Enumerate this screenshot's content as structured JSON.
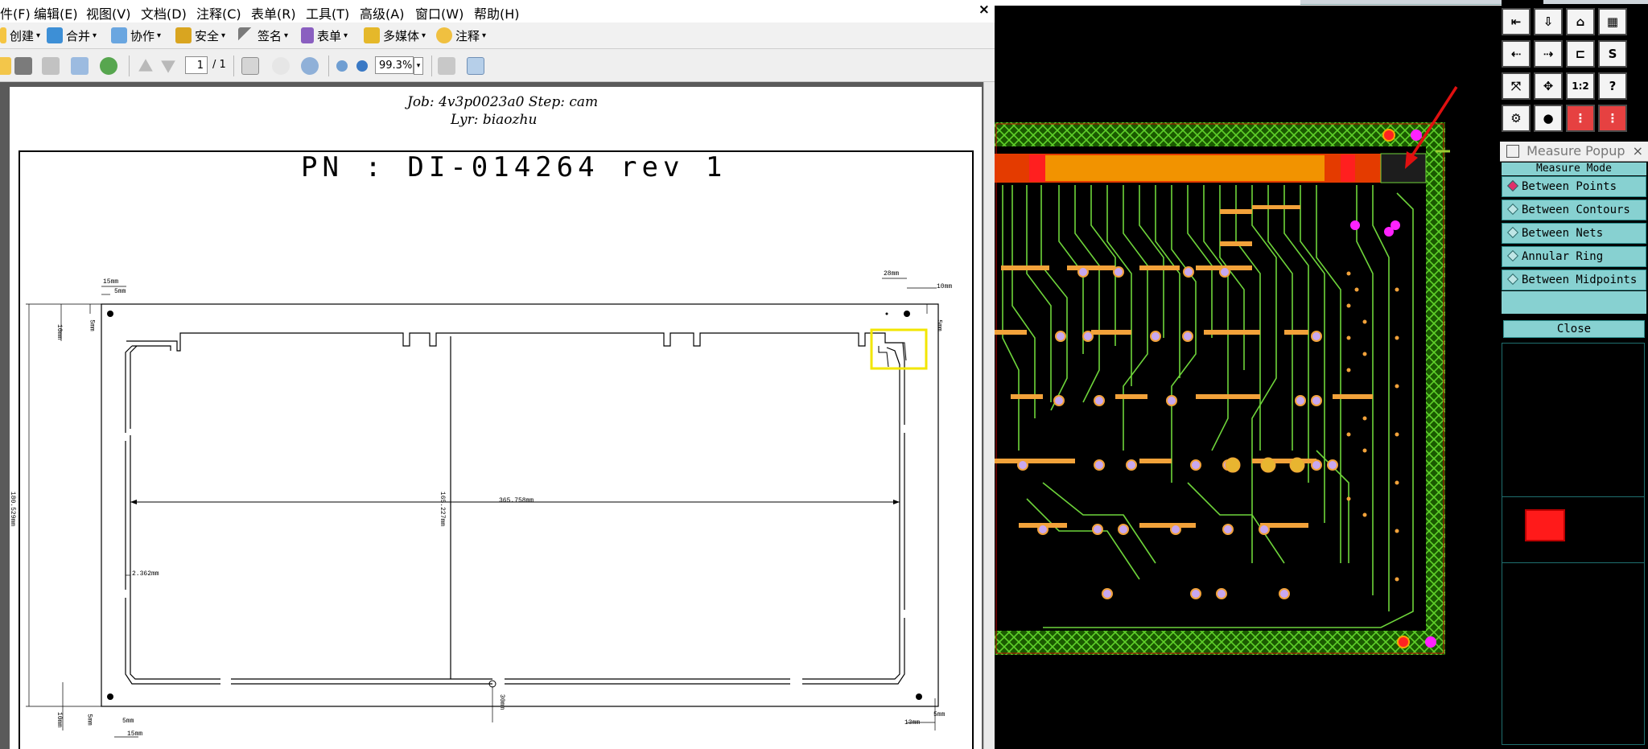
{
  "menubar": {
    "items": [
      "件(F)",
      "编辑(E)",
      "视图(V)",
      "文档(D)",
      "注释(C)",
      "表单(R)",
      "工具(T)",
      "高级(A)",
      "窗口(W)",
      "帮助(H)"
    ],
    "close": "×"
  },
  "toolbar1": {
    "create": "创建",
    "combine": "合并",
    "collaborate": "协作",
    "secure": "安全",
    "sign": "签名",
    "forms": "表单",
    "multimedia": "多媒体",
    "comment": "注释"
  },
  "toolbar2": {
    "page_current": "1",
    "page_total": "/ 1",
    "zoom": "99.3%"
  },
  "document": {
    "job_line": "Job: 4v3p0023a0  Step: cam",
    "layer_line": "Lyr: biaozhu",
    "pn": "PN :   DI-014264 rev 1",
    "dims": {
      "d15": "15mm",
      "d5a": "5mm",
      "d28": "28mm",
      "d10a": "10mm",
      "d5b": "5mm",
      "d10b": "10mm",
      "height": "180.529mm",
      "inner": "165.227mm",
      "width": "365.758mm",
      "slot": "2.362mm",
      "d5c": "5mm",
      "d10c": "10mm",
      "d5d": "5mm",
      "d13": "13mm",
      "d5e": "5mm",
      "d15b": "15mm",
      "d30": "30mm"
    }
  },
  "measure_popup": {
    "title": "Measure Popup",
    "close_x": "×",
    "mode_header": "Measure Mode",
    "options": [
      "Between Points",
      "Between Contours",
      "Between Nets",
      "Annular Ring",
      "Between Midpoints"
    ],
    "close_button": "Close"
  },
  "colors": {
    "selection_box": "#f2e600",
    "arrow": "#e01010",
    "pcb_green": "#2a8a00",
    "pcb_trace": "#6ed43a",
    "pad_lilac": "#c8a8f0",
    "pad_orange": "#f2a23a",
    "magenta": "#ff22ff",
    "popup_teal": "#87d1d1"
  }
}
